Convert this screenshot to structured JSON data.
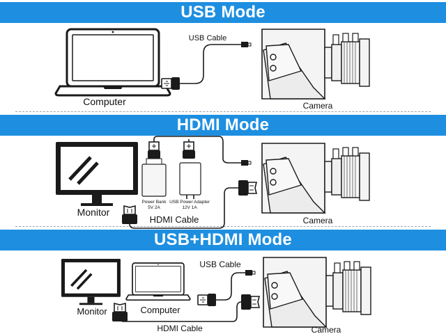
{
  "colors": {
    "banner": "#1e8fe0",
    "line": "#1a1a1a",
    "device": "#f4f4f4"
  },
  "sections": [
    {
      "title": "USB Mode",
      "computer_label": "Computer",
      "camera_label": "Camera",
      "cable_label": "USB Cable"
    },
    {
      "title": "HDMI Mode",
      "monitor_label": "Monitor",
      "camera_label": "Camera",
      "cable_label": "HDMI Cable",
      "power_bank_label": "Power Bank",
      "power_bank_spec": "5V 2A",
      "adapter_label": "USB Power Adapter",
      "adapter_spec": "12V 1A"
    },
    {
      "title": "USB+HDMI Mode",
      "monitor_label": "Monitor",
      "computer_label": "Computer",
      "camera_label": "Camera",
      "usb_cable_label": "USB Cable",
      "hdmi_cable_label": "HDMI Cable"
    }
  ],
  "icons": [
    "laptop-icon",
    "monitor-icon",
    "camera-icon",
    "usb-plug-icon",
    "hdmi-plug-icon",
    "power-bank-icon",
    "power-adapter-icon"
  ]
}
